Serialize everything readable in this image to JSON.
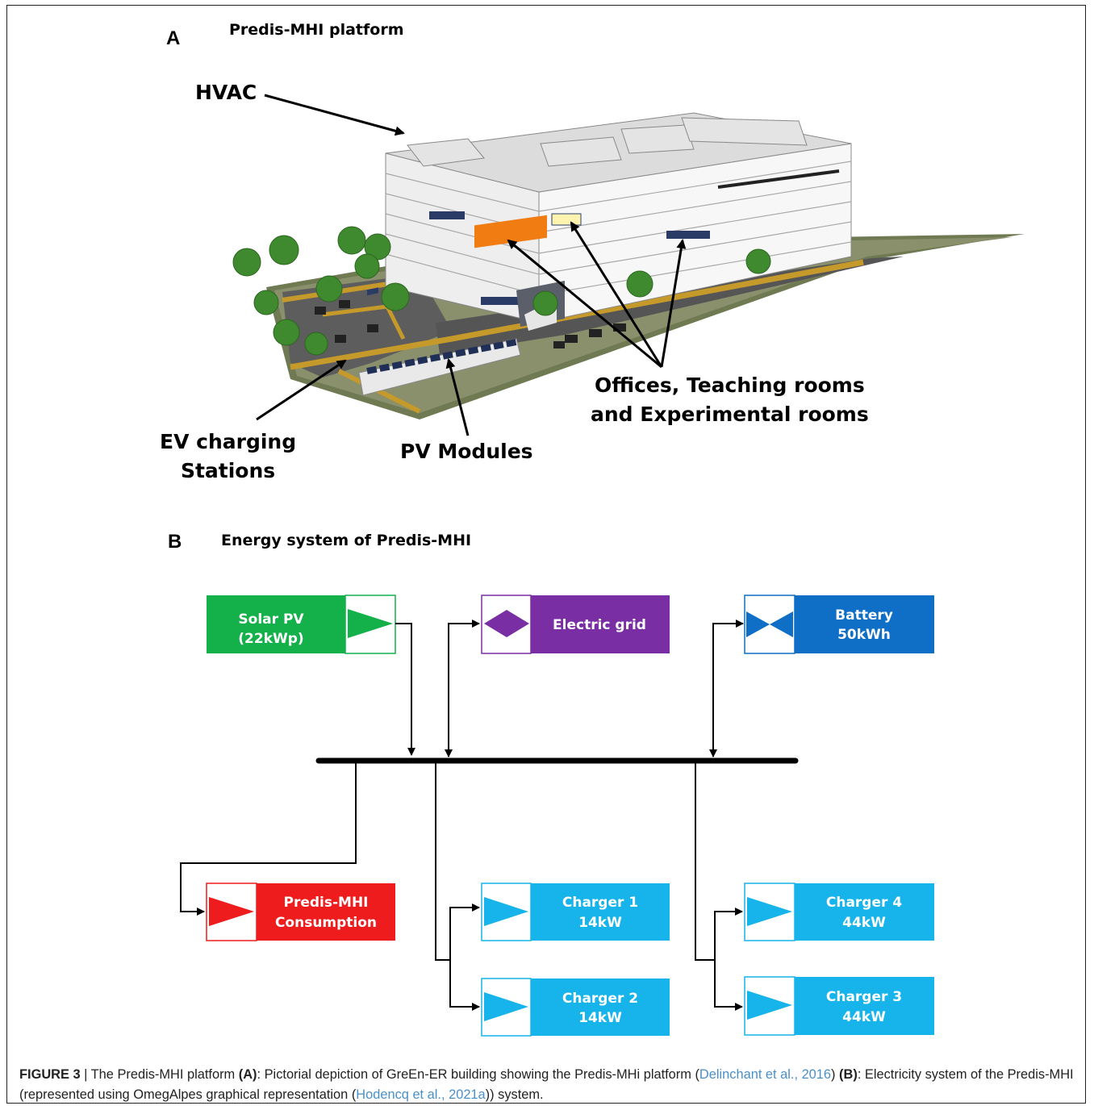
{
  "panel_a": {
    "letter": "A",
    "title": "Predis-MHI platform",
    "labels": {
      "hvac": "HVAC",
      "offices_line1": "Offices, Teaching rooms",
      "offices_line2": "and Experimental rooms",
      "ev_line1": "EV charging",
      "ev_line2": "Stations",
      "pv": "PV Modules"
    }
  },
  "panel_b": {
    "letter": "B",
    "title": "Energy system of Predis-MHI",
    "units": {
      "solar": {
        "line1": "Solar PV",
        "line2": "(22kWp)",
        "color": "#14b14b"
      },
      "grid": {
        "line1": "Electric grid",
        "color": "#7a2ea3"
      },
      "battery": {
        "line1": "Battery",
        "line2": "50kWh",
        "color": "#0f6fc6"
      },
      "consumption": {
        "line1": "Predis-MHI",
        "line2": "Consumption",
        "color": "#ee1c1c"
      },
      "charger1": {
        "line1": "Charger 1",
        "line2": "14kW",
        "color": "#16b4ea"
      },
      "charger2": {
        "line1": "Charger 2",
        "line2": "14kW",
        "color": "#16b4ea"
      },
      "charger3": {
        "line1": "Charger 3",
        "line2": "44kW",
        "color": "#16b4ea"
      },
      "charger4": {
        "line1": "Charger 4",
        "line2": "44kW",
        "color": "#16b4ea"
      }
    }
  },
  "caption": {
    "fig": "FIGURE 3",
    "sep": " | ",
    "t1": "The Predis-MHI platform ",
    "a": "(A)",
    "t2": ": Pictorial depiction of GreEn-ER building showing the Predis-MHi platform (",
    "ref1": "Delinchant et al., 2016",
    "t3": ") ",
    "b": "(B)",
    "t4": ": Electricity system of the Predis-MHI (represented using OmegAlpes graphical representation (",
    "ref2": "Hodencq et al., 2021a",
    "t5": ")) system."
  }
}
